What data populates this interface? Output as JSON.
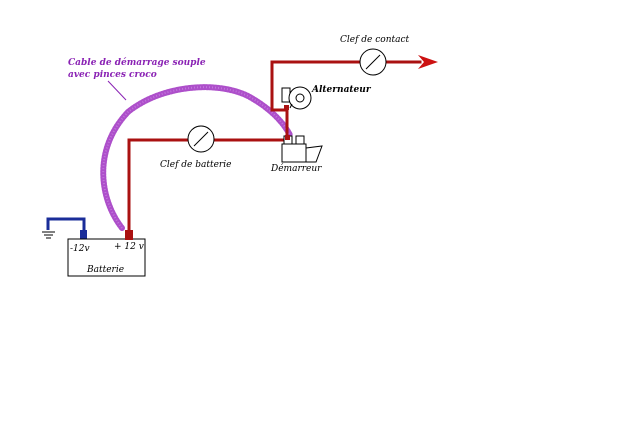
{
  "labels": {
    "ignition_switch": "Clef de contact",
    "alternator": "Alternateur",
    "battery_switch": "Clef de batterie",
    "starter": "Démarreur",
    "jumper_cable_line1": "Cable de démarrage souple",
    "jumper_cable_line2": "avec pinces croco",
    "negative_terminal": "-12v",
    "positive_terminal": "+ 12 v",
    "battery": "Batterie"
  },
  "colors": {
    "wire": "#aa1111",
    "ground_wire": "#1a2d99",
    "jumper_cable": "#a43cc4",
    "jumper_label": "#8a22b4",
    "outline": "#000000",
    "arrow": "#cc1111"
  },
  "icons": {
    "ground": "ground-symbol-icon",
    "switch": "switch-gauge-icon",
    "alternator": "alternator-icon",
    "starter": "starter-motor-icon",
    "arrow": "arrow-right-icon"
  }
}
